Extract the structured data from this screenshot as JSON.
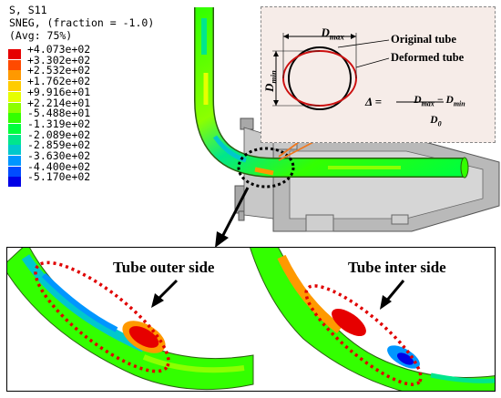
{
  "legend": {
    "title_lines": [
      "S, S11",
      "SNEG, (fraction = -1.0)",
      "(Avg: 75%)"
    ],
    "ticks": [
      "+4.073e+02",
      "+3.302e+02",
      "+2.532e+02",
      "+1.762e+02",
      "+9.916e+01",
      "+2.214e+01",
      "-5.488e+01",
      "-1.319e+02",
      "-2.089e+02",
      "-2.859e+02",
      "-3.630e+02",
      "-4.400e+02",
      "-5.170e+02"
    ],
    "colors": [
      "#e60000",
      "#ff4a00",
      "#ff9900",
      "#ffcc00",
      "#e6ff00",
      "#8cff00",
      "#33ff00",
      "#00ff3c",
      "#00e68c",
      "#00c8cc",
      "#0096ff",
      "#004bff",
      "#0000e6"
    ]
  },
  "inset": {
    "dmax_label": "D",
    "dmax_sub": "max",
    "dmin_label": "D",
    "dmin_sub": "min",
    "original_label": "Original tube",
    "deformed_label": "Deformed tube",
    "formula_lhs": "Δ =",
    "formula_num": "D",
    "formula_num_sub1": "max",
    "formula_num_mid": " − D",
    "formula_num_sub2": "min",
    "formula_den": "D",
    "formula_den_sub": "0",
    "original_color": "#000000",
    "deformed_color": "#cc1010"
  },
  "bottom": {
    "outer_label": "Tube outer side",
    "inner_label": "Tube inter side"
  }
}
